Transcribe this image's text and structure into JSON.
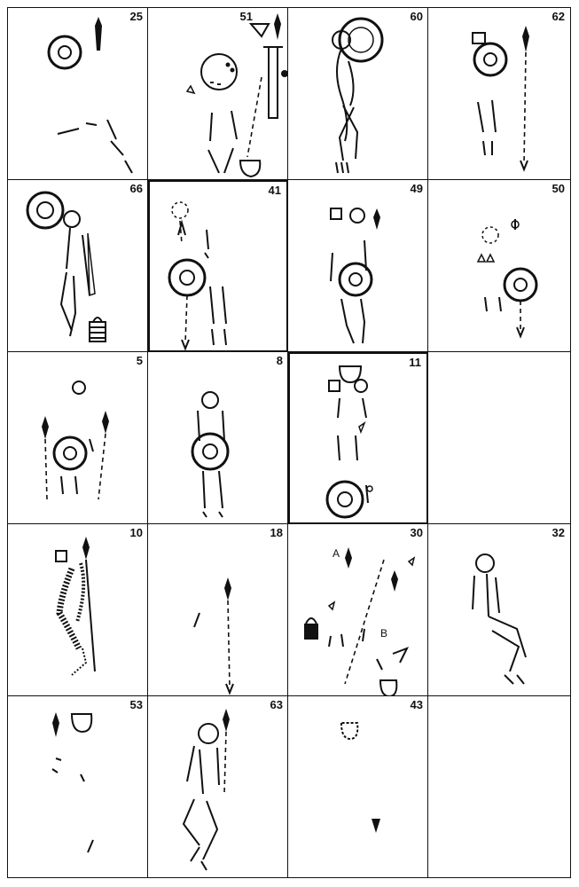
{
  "panels": [
    {
      "id": "p25",
      "number": "25"
    },
    {
      "id": "p51",
      "number": "51"
    },
    {
      "id": "p60",
      "number": "60"
    },
    {
      "id": "p62",
      "number": "62"
    },
    {
      "id": "p66",
      "number": "66"
    },
    {
      "id": "p41",
      "number": "41"
    },
    {
      "id": "p49",
      "number": "49"
    },
    {
      "id": "p50",
      "number": "50"
    },
    {
      "id": "p5",
      "number": "5"
    },
    {
      "id": "p8",
      "number": "8"
    },
    {
      "id": "p11",
      "number": "11"
    },
    {
      "id": "pblank1",
      "number": ""
    },
    {
      "id": "p10",
      "number": "10"
    },
    {
      "id": "p18",
      "number": "18"
    },
    {
      "id": "p30",
      "number": "30"
    },
    {
      "id": "p32",
      "number": "32"
    },
    {
      "id": "p53",
      "number": "53"
    },
    {
      "id": "p63",
      "number": "63"
    },
    {
      "id": "p43",
      "number": "43"
    },
    {
      "id": "pblank2",
      "number": ""
    }
  ],
  "labels": {
    "a": "A",
    "b": "B"
  }
}
